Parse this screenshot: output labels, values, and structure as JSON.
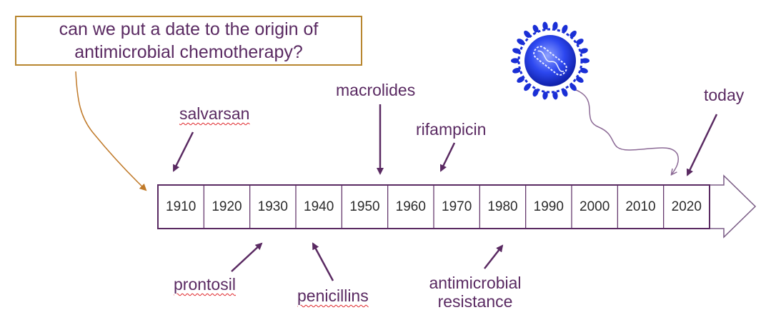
{
  "question": {
    "line1": "can we put a date to the origin of",
    "line2": "antimicrobial chemotherapy?"
  },
  "timeline": {
    "years": [
      "1910",
      "1920",
      "1930",
      "1940",
      "1950",
      "1960",
      "1970",
      "1980",
      "1990",
      "2000",
      "2010",
      "2020"
    ]
  },
  "labels": {
    "salvarsan": "salvarsan",
    "macrolides": "macrolides",
    "rifampicin": "rifampicin",
    "today": "today",
    "prontosil": "prontosil",
    "penicillins": "penicillins",
    "antimicrobial_resistance_line1": "antimicrobial",
    "antimicrobial_resistance_line2": "resistance"
  },
  "colors": {
    "text": "#5a2a62",
    "arrow": "#5a2a62",
    "timeline_border": "#5a2a62",
    "question_border": "#b8862f",
    "orange_pointer": "#c07a2a",
    "squiggle_underline": "#e0262a",
    "virus": "#1a2fd6"
  },
  "icons": {
    "virus": "virus-icon"
  }
}
